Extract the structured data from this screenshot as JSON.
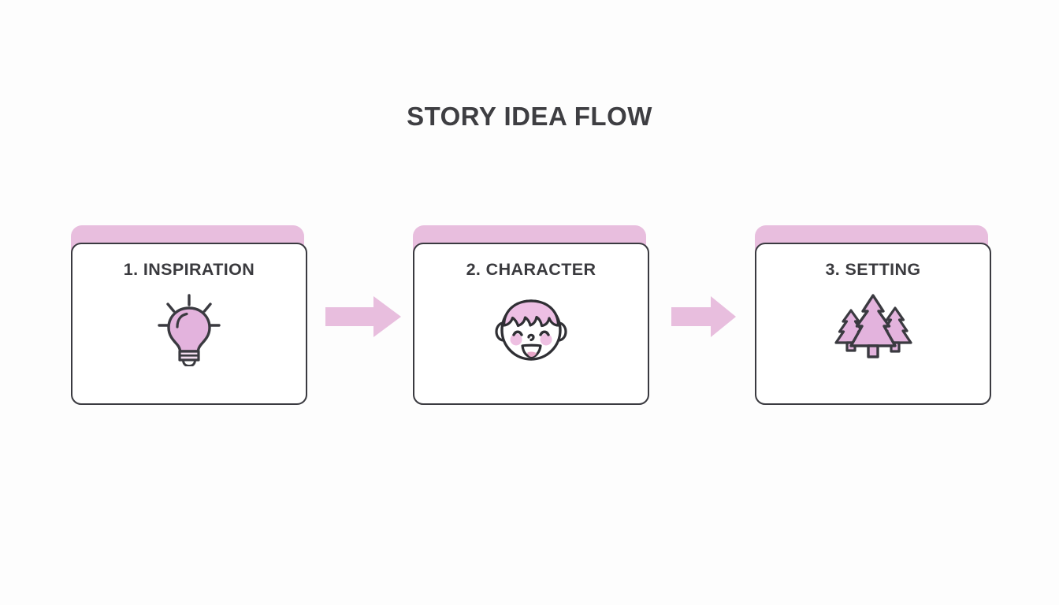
{
  "page": {
    "title": "STORY IDEA FLOW",
    "background_color": "#fdfdfd",
    "title_color": "#3e3e42"
  },
  "theme": {
    "accent_pink": "#e8bede",
    "icon_fill": "#e3b3dd",
    "outline": "#3a3a40",
    "card_background": "#ffffff",
    "text_color": "#3a3a3e"
  },
  "diagram": {
    "type": "linear-process-flow",
    "orientation": "horizontal",
    "step_count": 3,
    "connector": "block-arrow-right",
    "steps": [
      {
        "index": "1",
        "label": "1. INSPIRATION",
        "icon": "lightbulb-icon"
      },
      {
        "index": "2",
        "label": "2. CHARACTER",
        "icon": "child-face-icon"
      },
      {
        "index": "3",
        "label": "3. SETTING",
        "icon": "pine-trees-icon"
      }
    ],
    "connectors": [
      {
        "from": "1. INSPIRATION",
        "to": "2. CHARACTER",
        "icon": "arrow-right-icon"
      },
      {
        "from": "2. CHARACTER",
        "to": "3. SETTING",
        "icon": "arrow-right-icon"
      }
    ]
  }
}
